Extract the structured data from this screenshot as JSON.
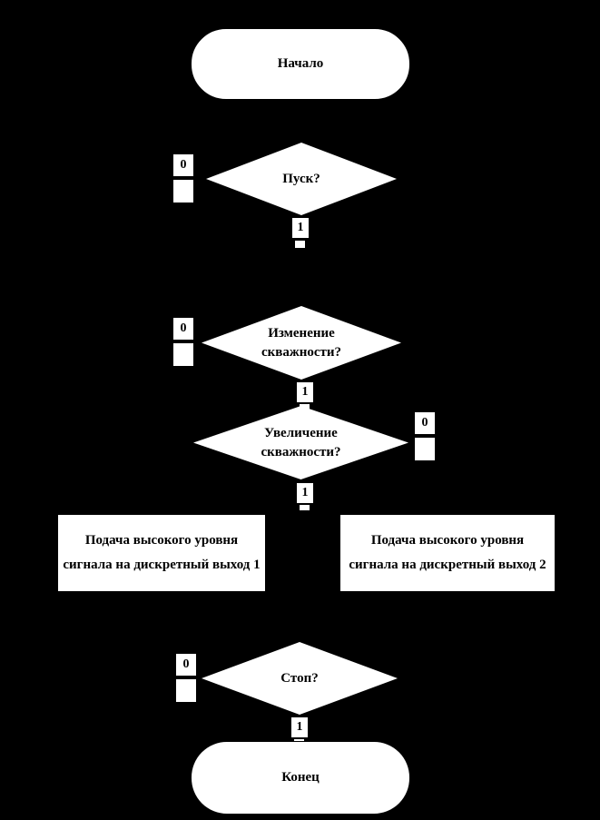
{
  "colors": {
    "background": "#000000",
    "shape_fill": "#ffffff",
    "text": "#000000"
  },
  "nodes": {
    "start": {
      "label": "Начало"
    },
    "pusk": {
      "label": "Пуск?",
      "no": "0",
      "yes": "1"
    },
    "izmenenie": {
      "line1": "Изменение",
      "line2": "скважности?",
      "no": "0",
      "yes": "1"
    },
    "uvelichenie": {
      "line1": "Увеличение",
      "line2": "скважности?",
      "no": "0",
      "yes": "1"
    },
    "process1": {
      "line1": "Подача высокого уровня",
      "line2": "сигнала на дискретный выход 1"
    },
    "process2": {
      "line1": "Подача высокого уровня",
      "line2": "сигнала на дискретный выход 2"
    },
    "stop": {
      "label": "Стоп?",
      "no": "0",
      "yes": "1"
    },
    "end": {
      "label": "Конец"
    }
  }
}
